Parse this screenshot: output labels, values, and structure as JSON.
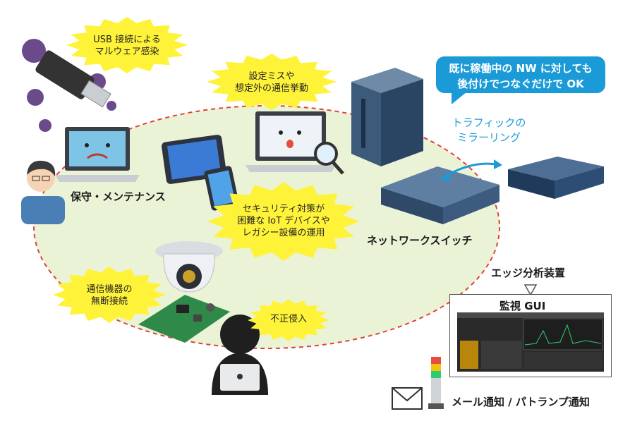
{
  "bursts": {
    "usb": [
      "USB 接続による",
      "マルウェア感染"
    ],
    "config": [
      "設定ミスや",
      "想定外の通信挙動"
    ],
    "security": [
      "セキュリティ対策が",
      "困難な IoT デバイスや",
      "レガシー設備の運用"
    ],
    "unauth": [
      "通信機器の",
      "無断接続"
    ],
    "intrusion": [
      "不正侵入"
    ]
  },
  "callout": [
    "既に稼働中の NW に対しても",
    "後付けでつなぐだけで OK"
  ],
  "mirroring": [
    "トラフィックの",
    "ミラーリング"
  ],
  "labels": {
    "maintenance": "保守・メンテナンス",
    "switch": "ネットワークスイッチ",
    "edge": "エッジ分析装置",
    "gui": "監視 GUI",
    "notify": "メール通知 / パトランプ通知"
  },
  "colors": {
    "burst": "#fff33a",
    "callout": "#1a9bd7",
    "zone": "#eaf3d6",
    "zone_border": "#e0413a",
    "virus": "#6b4a8c"
  }
}
